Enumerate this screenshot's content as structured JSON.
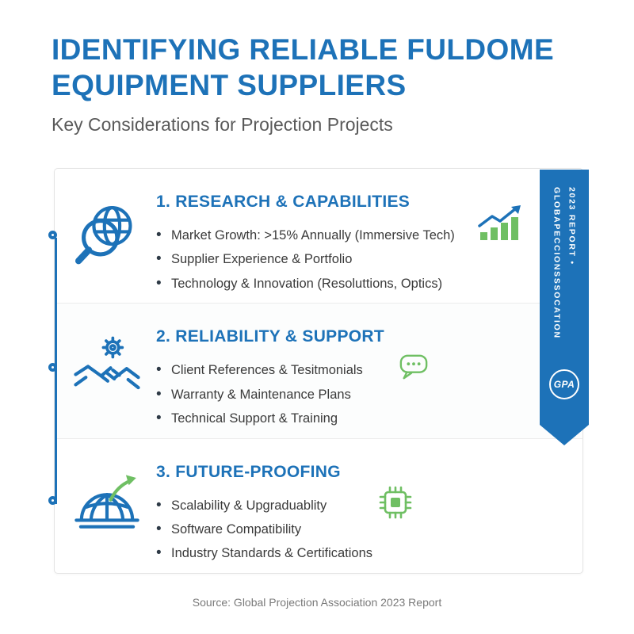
{
  "colors": {
    "blue": "#1d72b8",
    "green": "#6fbf63",
    "text": "#3a3a3a",
    "border": "#e4e4e4"
  },
  "header": {
    "title_line1": "IDENTIFYING RELIABLE FULDOME",
    "title_line2": "EQUIPMENT SUPPLIERS",
    "subtitle": "Key Considerations for Projection Projects"
  },
  "sections": [
    {
      "heading": "1. RESEARCH & CAPABILITIES",
      "icon": "magnifier-globe-icon",
      "accent_icon": "growth-chart-icon",
      "bullets": [
        "Market Growth: >15% Annually (Immersive Tech)",
        "Supplier Experience & Portfolio",
        "Technology & Innovation (Resoluttions, Optics)"
      ]
    },
    {
      "heading": "2. RELIABILITY & SUPPORT",
      "icon": "handshake-gear-icon",
      "accent_icon": "chat-bubble-icon",
      "bullets": [
        "Client References & Tesitmonials",
        "Warranty & Maintenance Plans",
        "Technical Support & Training"
      ]
    },
    {
      "heading": "3. FUTURE-PROOFING",
      "icon": "dome-growth-icon",
      "accent_icon": "chip-icon",
      "bullets": [
        "Scalability & Upgraduablity",
        "Software Compatibility",
        "Industry Standards & Certifications"
      ]
    }
  ],
  "ribbon": {
    "line1": "GLOBAPECCIONSSSOCATION",
    "line2": "2023 REPORT •",
    "logo": "GPA"
  },
  "footer": {
    "source": "Source: Global Projection Association 2023 Report"
  }
}
